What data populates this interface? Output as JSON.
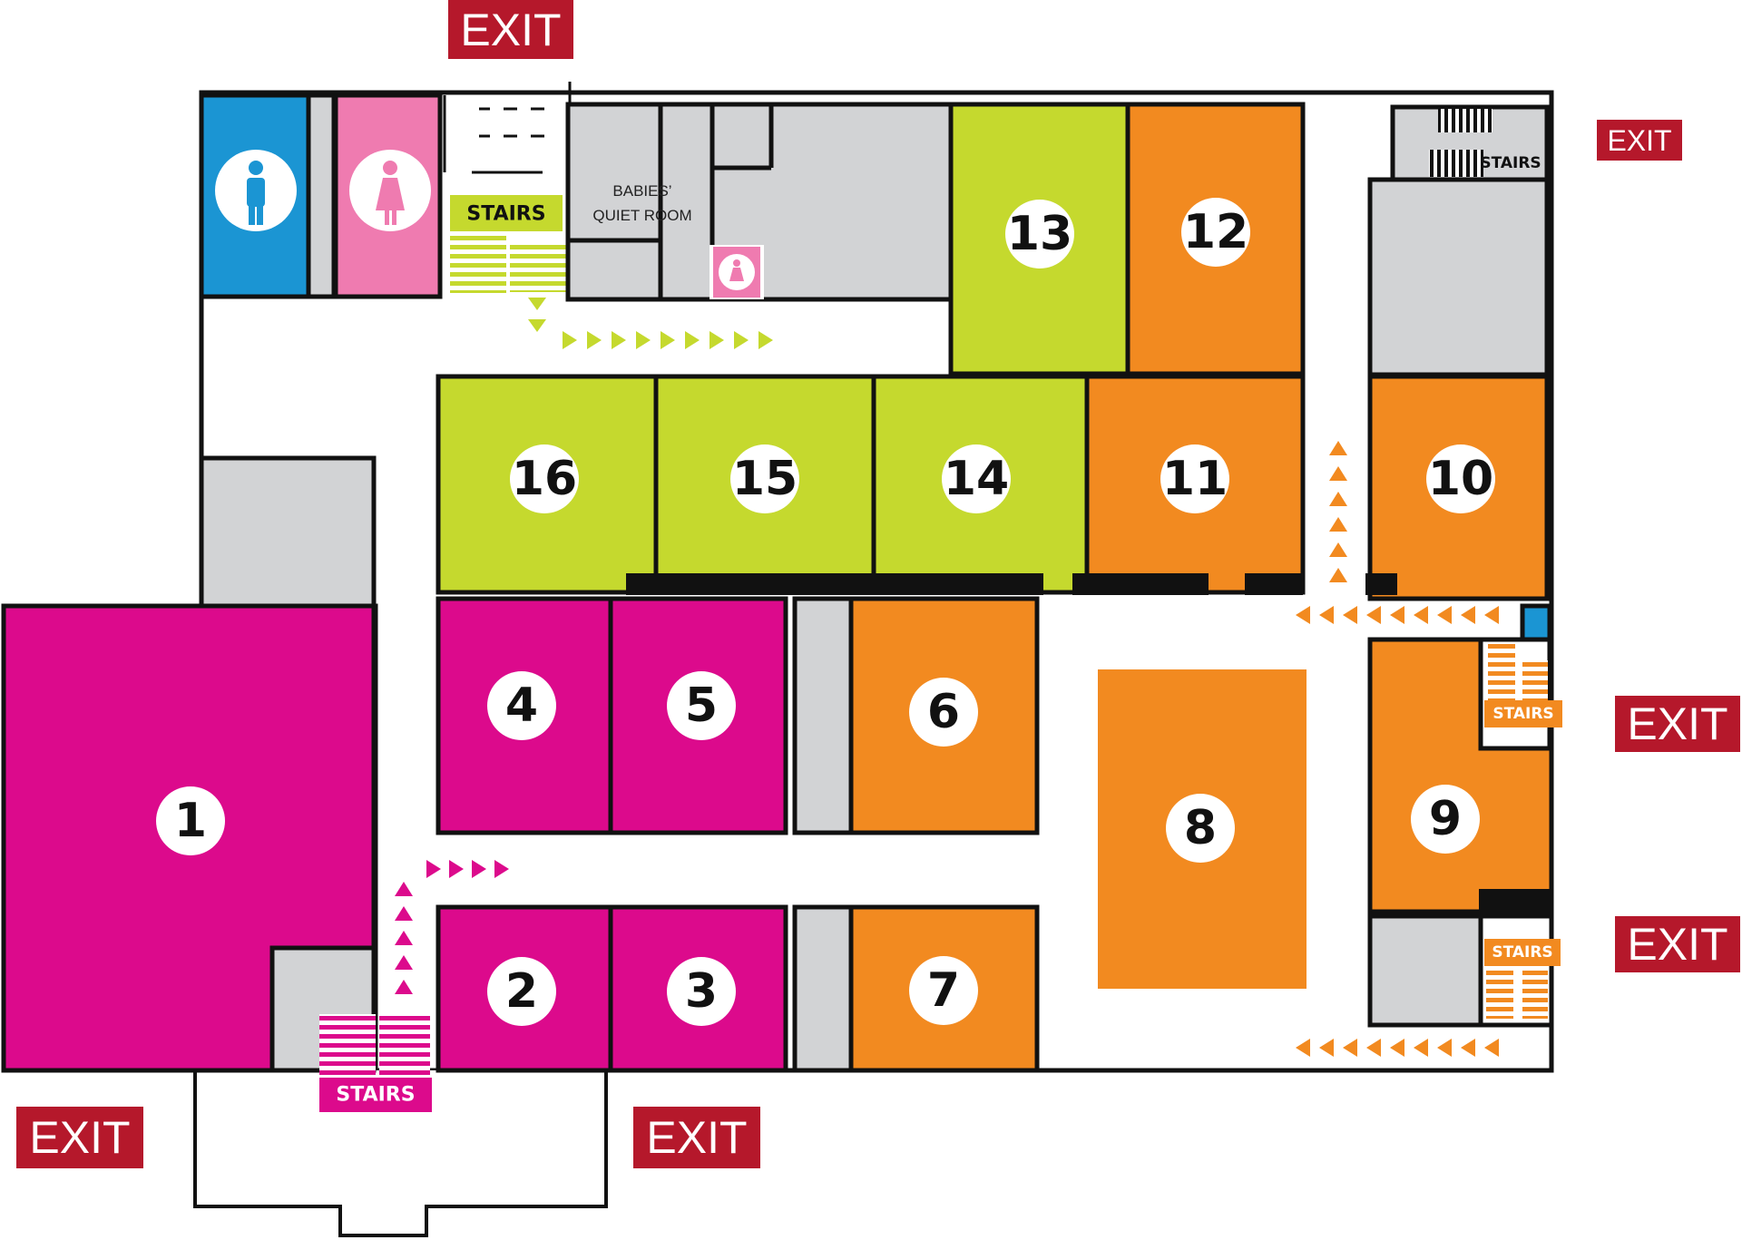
{
  "map": {
    "colors": {
      "magenta": "#dc0a8c",
      "lime": "#c5d92e",
      "orange": "#f28a20",
      "gray": "#d2d3d5",
      "blue": "#1b95d3",
      "pink": "#ef7bb0",
      "exit_red": "#b5182b",
      "corridor": "#ffffff",
      "wall": "#111111"
    },
    "rooms": [
      {
        "number": "1",
        "color": "magenta"
      },
      {
        "number": "2",
        "color": "magenta"
      },
      {
        "number": "3",
        "color": "magenta"
      },
      {
        "number": "4",
        "color": "magenta"
      },
      {
        "number": "5",
        "color": "magenta"
      },
      {
        "number": "6",
        "color": "orange"
      },
      {
        "number": "7",
        "color": "orange"
      },
      {
        "number": "8",
        "color": "orange"
      },
      {
        "number": "9",
        "color": "orange"
      },
      {
        "number": "10",
        "color": "orange"
      },
      {
        "number": "11",
        "color": "orange"
      },
      {
        "number": "12",
        "color": "orange"
      },
      {
        "number": "13",
        "color": "lime"
      },
      {
        "number": "14",
        "color": "lime"
      },
      {
        "number": "15",
        "color": "lime"
      },
      {
        "number": "16",
        "color": "lime"
      }
    ],
    "exit_label": "EXIT",
    "stairs_label": "STAIRS",
    "babies_room": {
      "line1": "BABIES’",
      "line2": "QUIET ROOM"
    },
    "icons": [
      "mens-restroom-icon",
      "womens-restroom-icon",
      "baby-changing-restroom-icon"
    ]
  }
}
